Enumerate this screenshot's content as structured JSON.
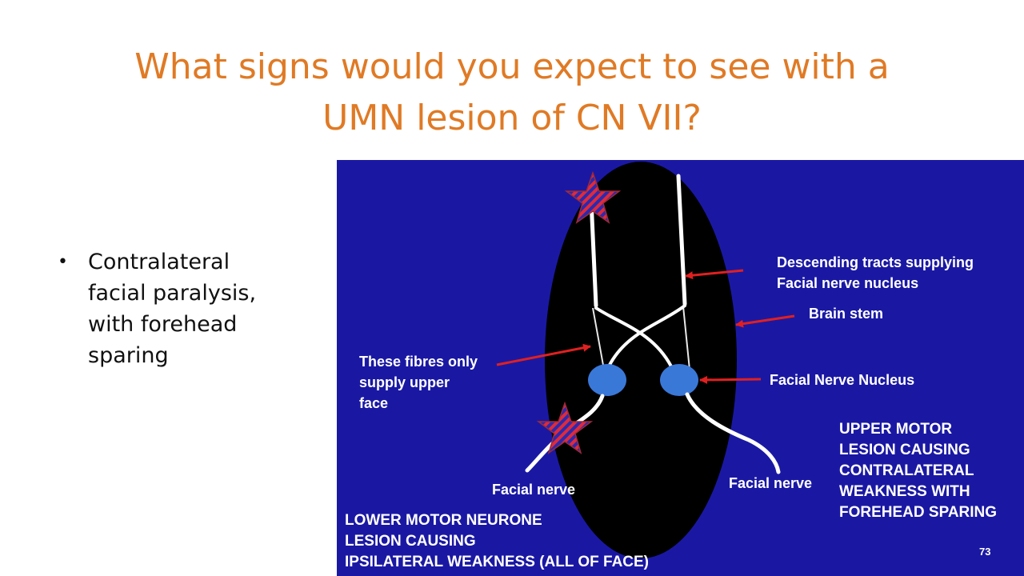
{
  "slide": {
    "title_line1": "What signs would you expect to see with a",
    "title_line2": "UMN lesion of CN VII?",
    "bullets": [
      {
        "text_lines": [
          "Contralateral",
          "facial paralysis,",
          "with forehead",
          "sparing"
        ]
      }
    ]
  },
  "diagram": {
    "labels": {
      "descending_tracts": [
        "Descending tracts supplying",
        "Facial nerve nucleus"
      ],
      "brain_stem": "Brain stem",
      "upper_fibres": [
        "These fibres only",
        "supply upper",
        "face"
      ],
      "facial_nerve_nucleus": "Facial  Nerve Nucleus",
      "facial_nerve_left": "Facial nerve",
      "facial_nerve_right": "Facial nerve",
      "umn_caption": [
        "UPPER MOTOR",
        "LESION CAUSING",
        "CONTRALATERAL",
        "WEAKNESS WITH",
        "FOREHEAD SPARING"
      ],
      "lmn_caption": [
        "LOWER MOTOR NEURONE",
        "LESION CAUSING",
        "IPSILATERAL WEAKNESS (ALL OF FACE)"
      ],
      "page_number": "73"
    },
    "colors": {
      "background": "#1a18a3",
      "head": "#000000",
      "nucleus": "#3a78d8",
      "arrow": "#e02020",
      "tract": "#ffffff",
      "title": "#e07a25"
    },
    "icons": {
      "lesion_marker": "striped-star-icon"
    }
  }
}
